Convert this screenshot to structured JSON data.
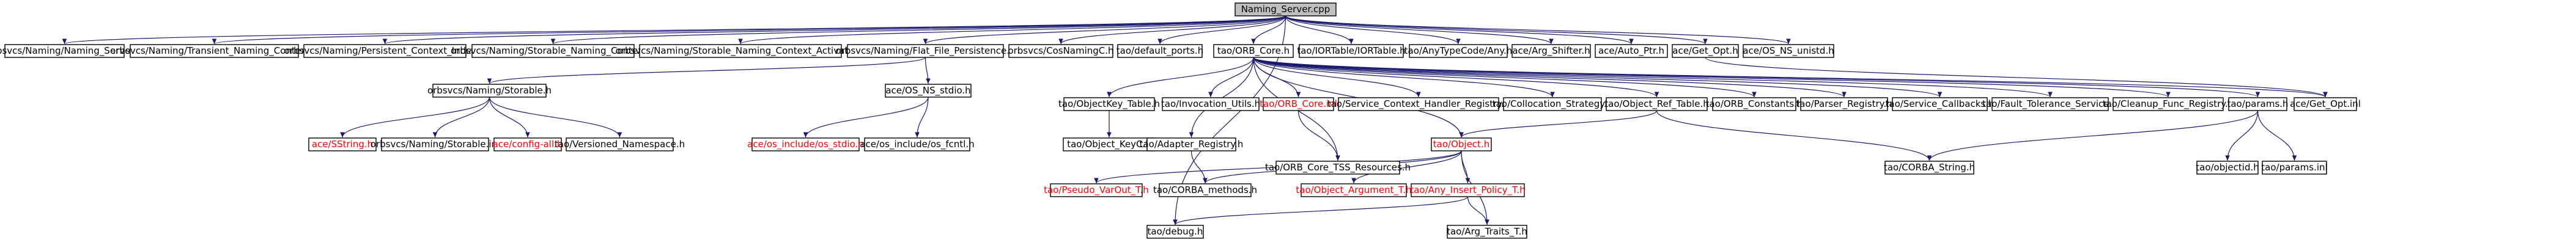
{
  "colors": {
    "edge": "#191970",
    "missing_text": "#ff0000",
    "root_fill": "#bfbfbf"
  },
  "nodes": [
    {
      "id": "root",
      "label": "Naming_Server.cpp",
      "root": true
    },
    {
      "id": "n1",
      "label": "orbsvcs/Naming/Naming_Server.h"
    },
    {
      "id": "n2",
      "label": "orbsvcs/Naming/Transient_Naming_Context.h"
    },
    {
      "id": "n3",
      "label": "orbsvcs/Naming/Persistent_Context_Index.h"
    },
    {
      "id": "n4",
      "label": "orbsvcs/Naming/Storable_Naming_Context.h"
    },
    {
      "id": "n5",
      "label": "orbsvcs/Naming/Storable_Naming_Context_Activator.h"
    },
    {
      "id": "n6",
      "label": "orbsvcs/Naming/Flat_File_Persistence.h"
    },
    {
      "id": "n7",
      "label": "orbsvcs/CosNamingC.h"
    },
    {
      "id": "n8",
      "label": "tao/default_ports.h"
    },
    {
      "id": "n9",
      "label": "tao/ORB_Core.h"
    },
    {
      "id": "n10",
      "label": "tao/IORTable/IORTable.h"
    },
    {
      "id": "n11",
      "label": "tao/AnyTypeCode/Any.h"
    },
    {
      "id": "n12",
      "label": "ace/Arg_Shifter.h"
    },
    {
      "id": "n13",
      "label": "ace/Auto_Ptr.h"
    },
    {
      "id": "n14",
      "label": "ace/Get_Opt.h"
    },
    {
      "id": "n15",
      "label": "ace/OS_NS_unistd.h"
    },
    {
      "id": "m1",
      "label": "orbsvcs/Naming/Storable.h"
    },
    {
      "id": "m2",
      "label": "ace/OS_NS_stdio.h"
    },
    {
      "id": "m3",
      "label": "tao/ObjectKey_Table.h"
    },
    {
      "id": "m4",
      "label": "tao/Invocation_Utils.h"
    },
    {
      "id": "m5",
      "label": "tao/ORB_Core.inl",
      "missing": true
    },
    {
      "id": "m6",
      "label": "tao/Service_Context_Handler_Registry.h"
    },
    {
      "id": "m7",
      "label": "tao/Collocation_Strategy.h"
    },
    {
      "id": "m8",
      "label": "tao/Object_Ref_Table.h"
    },
    {
      "id": "m9",
      "label": "tao/ORB_Constants.h"
    },
    {
      "id": "m10",
      "label": "tao/Parser_Registry.h"
    },
    {
      "id": "m11",
      "label": "tao/Service_Callbacks.h"
    },
    {
      "id": "m12",
      "label": "tao/Fault_Tolerance_Service.h"
    },
    {
      "id": "m13",
      "label": "tao/Cleanup_Func_Registry.h"
    },
    {
      "id": "m14",
      "label": "tao/params.h"
    },
    {
      "id": "m15",
      "label": "ace/Get_Opt.inl"
    },
    {
      "id": "s1",
      "label": "ace/SString.h",
      "missing": true
    },
    {
      "id": "s2",
      "label": "orbsvcs/Naming/Storable.inl"
    },
    {
      "id": "s3",
      "label": "ace/config-all.h",
      "missing": true
    },
    {
      "id": "s4",
      "label": "tao/Versioned_Namespace.h"
    },
    {
      "id": "s5",
      "label": "ace/os_include/os_stdio.h",
      "missing": true
    },
    {
      "id": "s6",
      "label": "ace/os_include/os_fcntl.h"
    },
    {
      "id": "s7",
      "label": "tao/Object_KeyC.h"
    },
    {
      "id": "s8",
      "label": "tao/ORB_Core_TSS_Resources.h"
    },
    {
      "id": "s9",
      "label": "tao/Object.h",
      "missing": true
    },
    {
      "id": "s10",
      "label": "tao/CORBA_String.h"
    },
    {
      "id": "s11",
      "label": "tao/objectid.h"
    },
    {
      "id": "s12",
      "label": "tao/params.inl"
    },
    {
      "id": "t1",
      "label": "tao/Adapter_Registry.h"
    },
    {
      "id": "u1",
      "label": "tao/Pseudo_VarOut_T.h",
      "missing": true
    },
    {
      "id": "u2",
      "label": "tao/CORBA_methods.h"
    },
    {
      "id": "u3",
      "label": "tao/Object_Argument_T.h",
      "missing": true
    },
    {
      "id": "u4",
      "label": "tao/Any_Insert_Policy_T.h",
      "missing": true
    },
    {
      "id": "v1",
      "label": "tao/debug.h"
    },
    {
      "id": "v2",
      "label": "tao/Arg_Traits_T.h"
    }
  ],
  "edges": [
    [
      "root",
      "n1"
    ],
    [
      "root",
      "n2"
    ],
    [
      "root",
      "n3"
    ],
    [
      "root",
      "n4"
    ],
    [
      "root",
      "n5"
    ],
    [
      "root",
      "n6"
    ],
    [
      "root",
      "n7"
    ],
    [
      "root",
      "n8"
    ],
    [
      "root",
      "n9"
    ],
    [
      "root",
      "n10"
    ],
    [
      "root",
      "n11"
    ],
    [
      "root",
      "n12"
    ],
    [
      "root",
      "n13"
    ],
    [
      "root",
      "n14"
    ],
    [
      "root",
      "n15"
    ],
    [
      "root",
      "v1"
    ],
    [
      "n6",
      "m1"
    ],
    [
      "n6",
      "m2"
    ],
    [
      "m1",
      "s1"
    ],
    [
      "m1",
      "s2"
    ],
    [
      "m1",
      "s3"
    ],
    [
      "m1",
      "s4"
    ],
    [
      "m2",
      "s5"
    ],
    [
      "m2",
      "s6"
    ],
    [
      "n9",
      "m3"
    ],
    [
      "n9",
      "m4"
    ],
    [
      "n9",
      "m5"
    ],
    [
      "n9",
      "m6"
    ],
    [
      "n9",
      "m7"
    ],
    [
      "n9",
      "m8"
    ],
    [
      "n9",
      "m9"
    ],
    [
      "n9",
      "m10"
    ],
    [
      "n9",
      "m11"
    ],
    [
      "n9",
      "m12"
    ],
    [
      "n9",
      "m13"
    ],
    [
      "n9",
      "m14"
    ],
    [
      "n9",
      "m15"
    ],
    [
      "n9",
      "t1"
    ],
    [
      "n9",
      "s9"
    ],
    [
      "n9",
      "s8"
    ],
    [
      "m3",
      "s7"
    ],
    [
      "m5",
      "s8"
    ],
    [
      "m8",
      "s9"
    ],
    [
      "m8",
      "s10"
    ],
    [
      "m14",
      "s10"
    ],
    [
      "m14",
      "s11"
    ],
    [
      "m14",
      "s12"
    ],
    [
      "n14",
      "m15"
    ],
    [
      "t1",
      "u2"
    ],
    [
      "s9",
      "u1"
    ],
    [
      "s9",
      "u2"
    ],
    [
      "s9",
      "u3"
    ],
    [
      "s9",
      "u4"
    ],
    [
      "s9",
      "v2"
    ],
    [
      "u4",
      "v1"
    ],
    [
      "u4",
      "v2"
    ]
  ]
}
